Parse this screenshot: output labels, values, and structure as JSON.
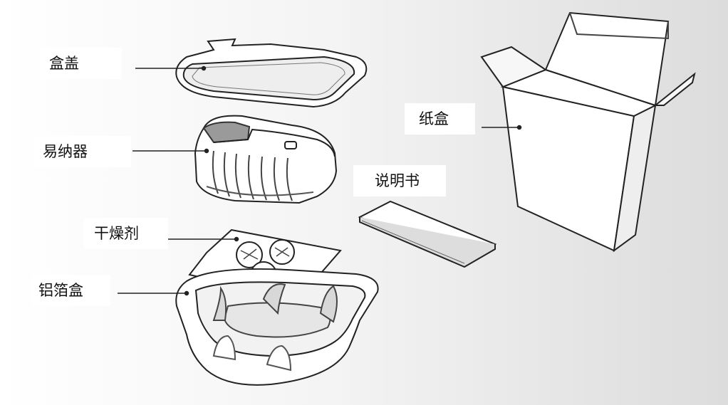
{
  "labels": {
    "lid": "盒盖",
    "inhaler": "易纳器",
    "desiccant": "干燥剂",
    "foil_tray": "铝箔盒",
    "carton": "纸盒",
    "leaflet": "说明书"
  }
}
